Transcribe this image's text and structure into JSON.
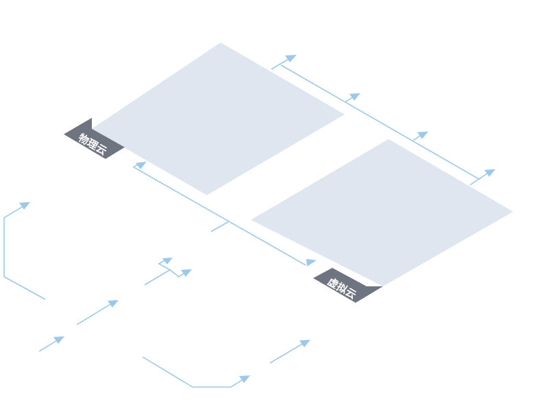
{
  "diagram": {
    "platforms": [
      {
        "id": "physical",
        "label": "物理云"
      },
      {
        "id": "virtual",
        "label": "虚拟云"
      }
    ],
    "colors": {
      "connector": "#9cc9ea",
      "platform": "#e0e6f0",
      "tag": "#6e7480",
      "tag_text": "#ffffff"
    }
  }
}
